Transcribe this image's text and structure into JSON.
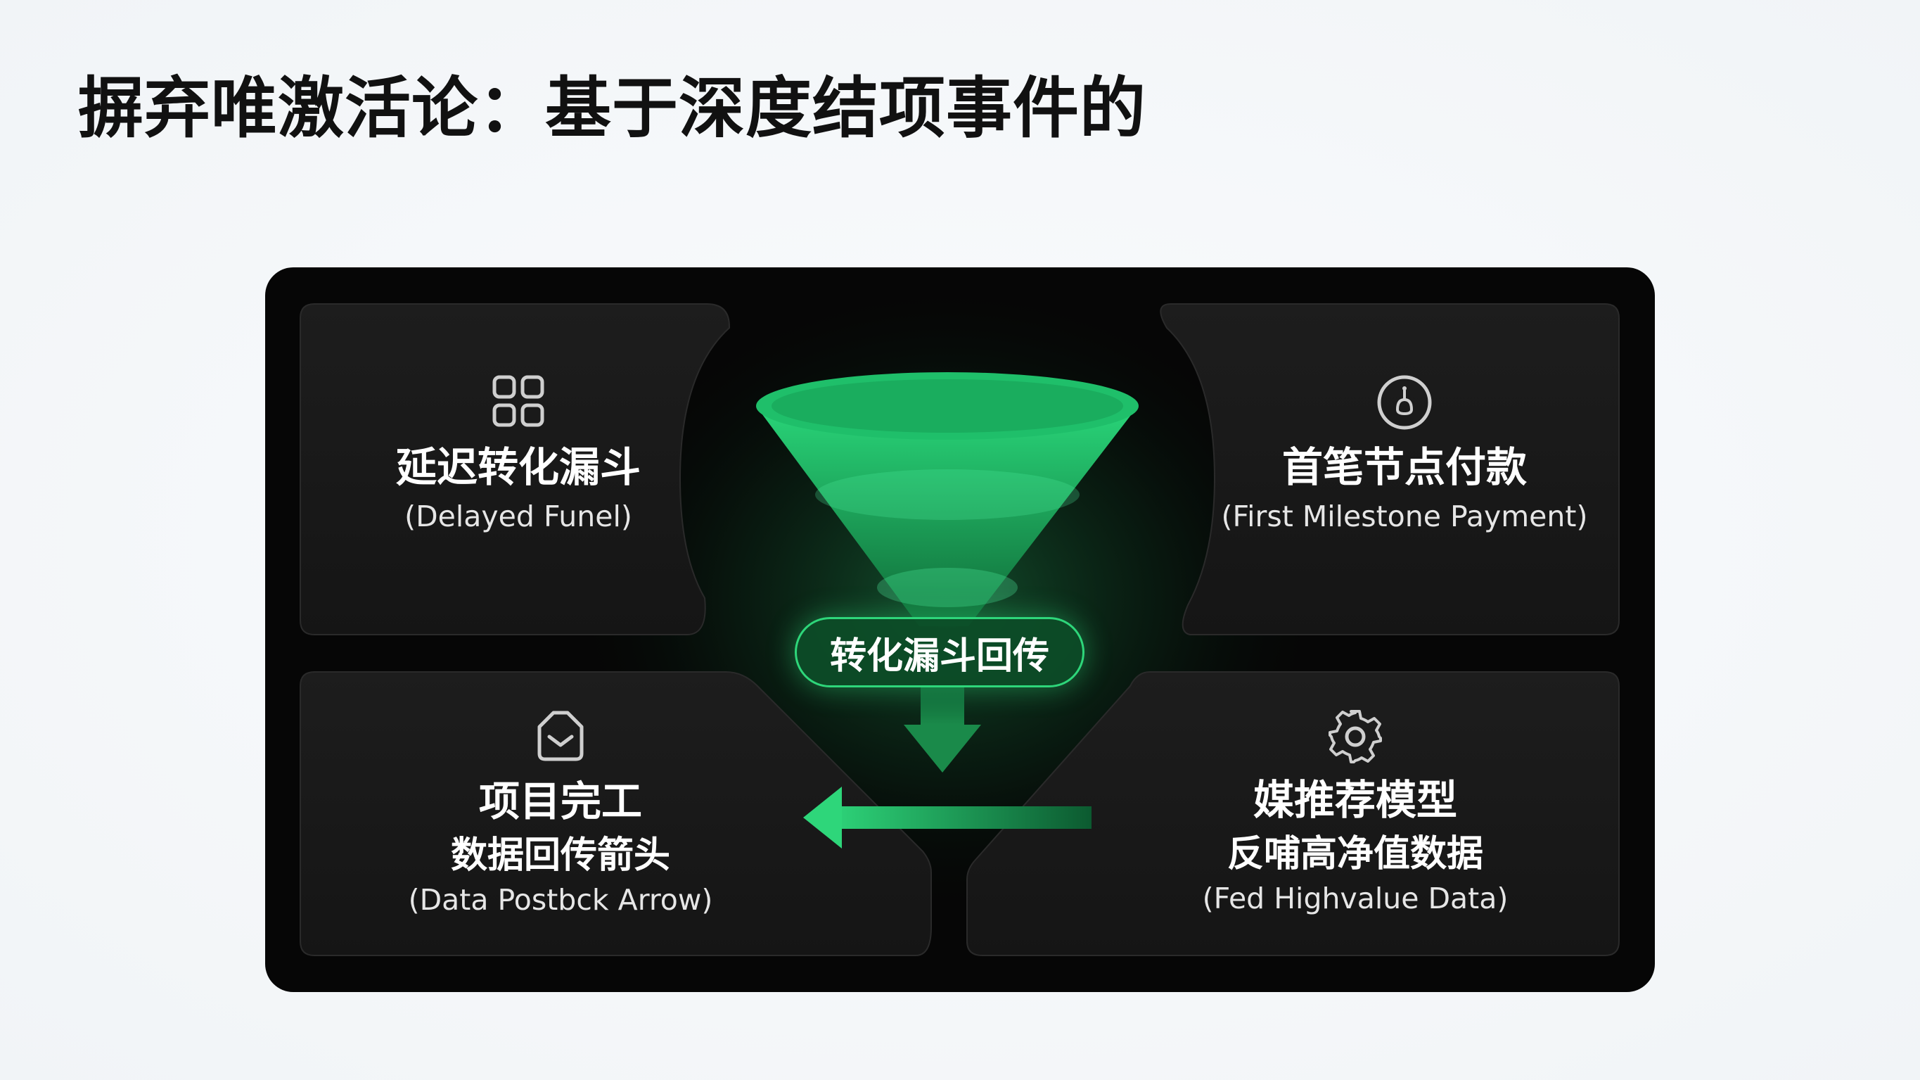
{
  "page": {
    "title": "摒弃唯激活论：基于深度结项事件的"
  },
  "diagram": {
    "accent_color": "#2ed67a",
    "center": {
      "label": "转化漏斗回传",
      "graphic": "funnel-icon"
    },
    "cards": {
      "top_left": {
        "icon": "grid-icon",
        "title": "延迟转化漏斗",
        "subtitle": "(Delayed Funel)"
      },
      "top_right": {
        "icon": "coin-hand-icon",
        "title": "首笔节点付款",
        "subtitle": "(First Milestone Payment)"
      },
      "bottom_left": {
        "icon": "inbox-icon",
        "title": "项目完工",
        "subtitle_cn": "数据回传箭头",
        "subtitle": "(Data Postbck Arrow)"
      },
      "bottom_right": {
        "icon": "gear-icon",
        "title": "媒推荐模型",
        "subtitle_cn": "反哺高净值数据",
        "subtitle": "(Fed Highvalue Data)"
      }
    }
  }
}
